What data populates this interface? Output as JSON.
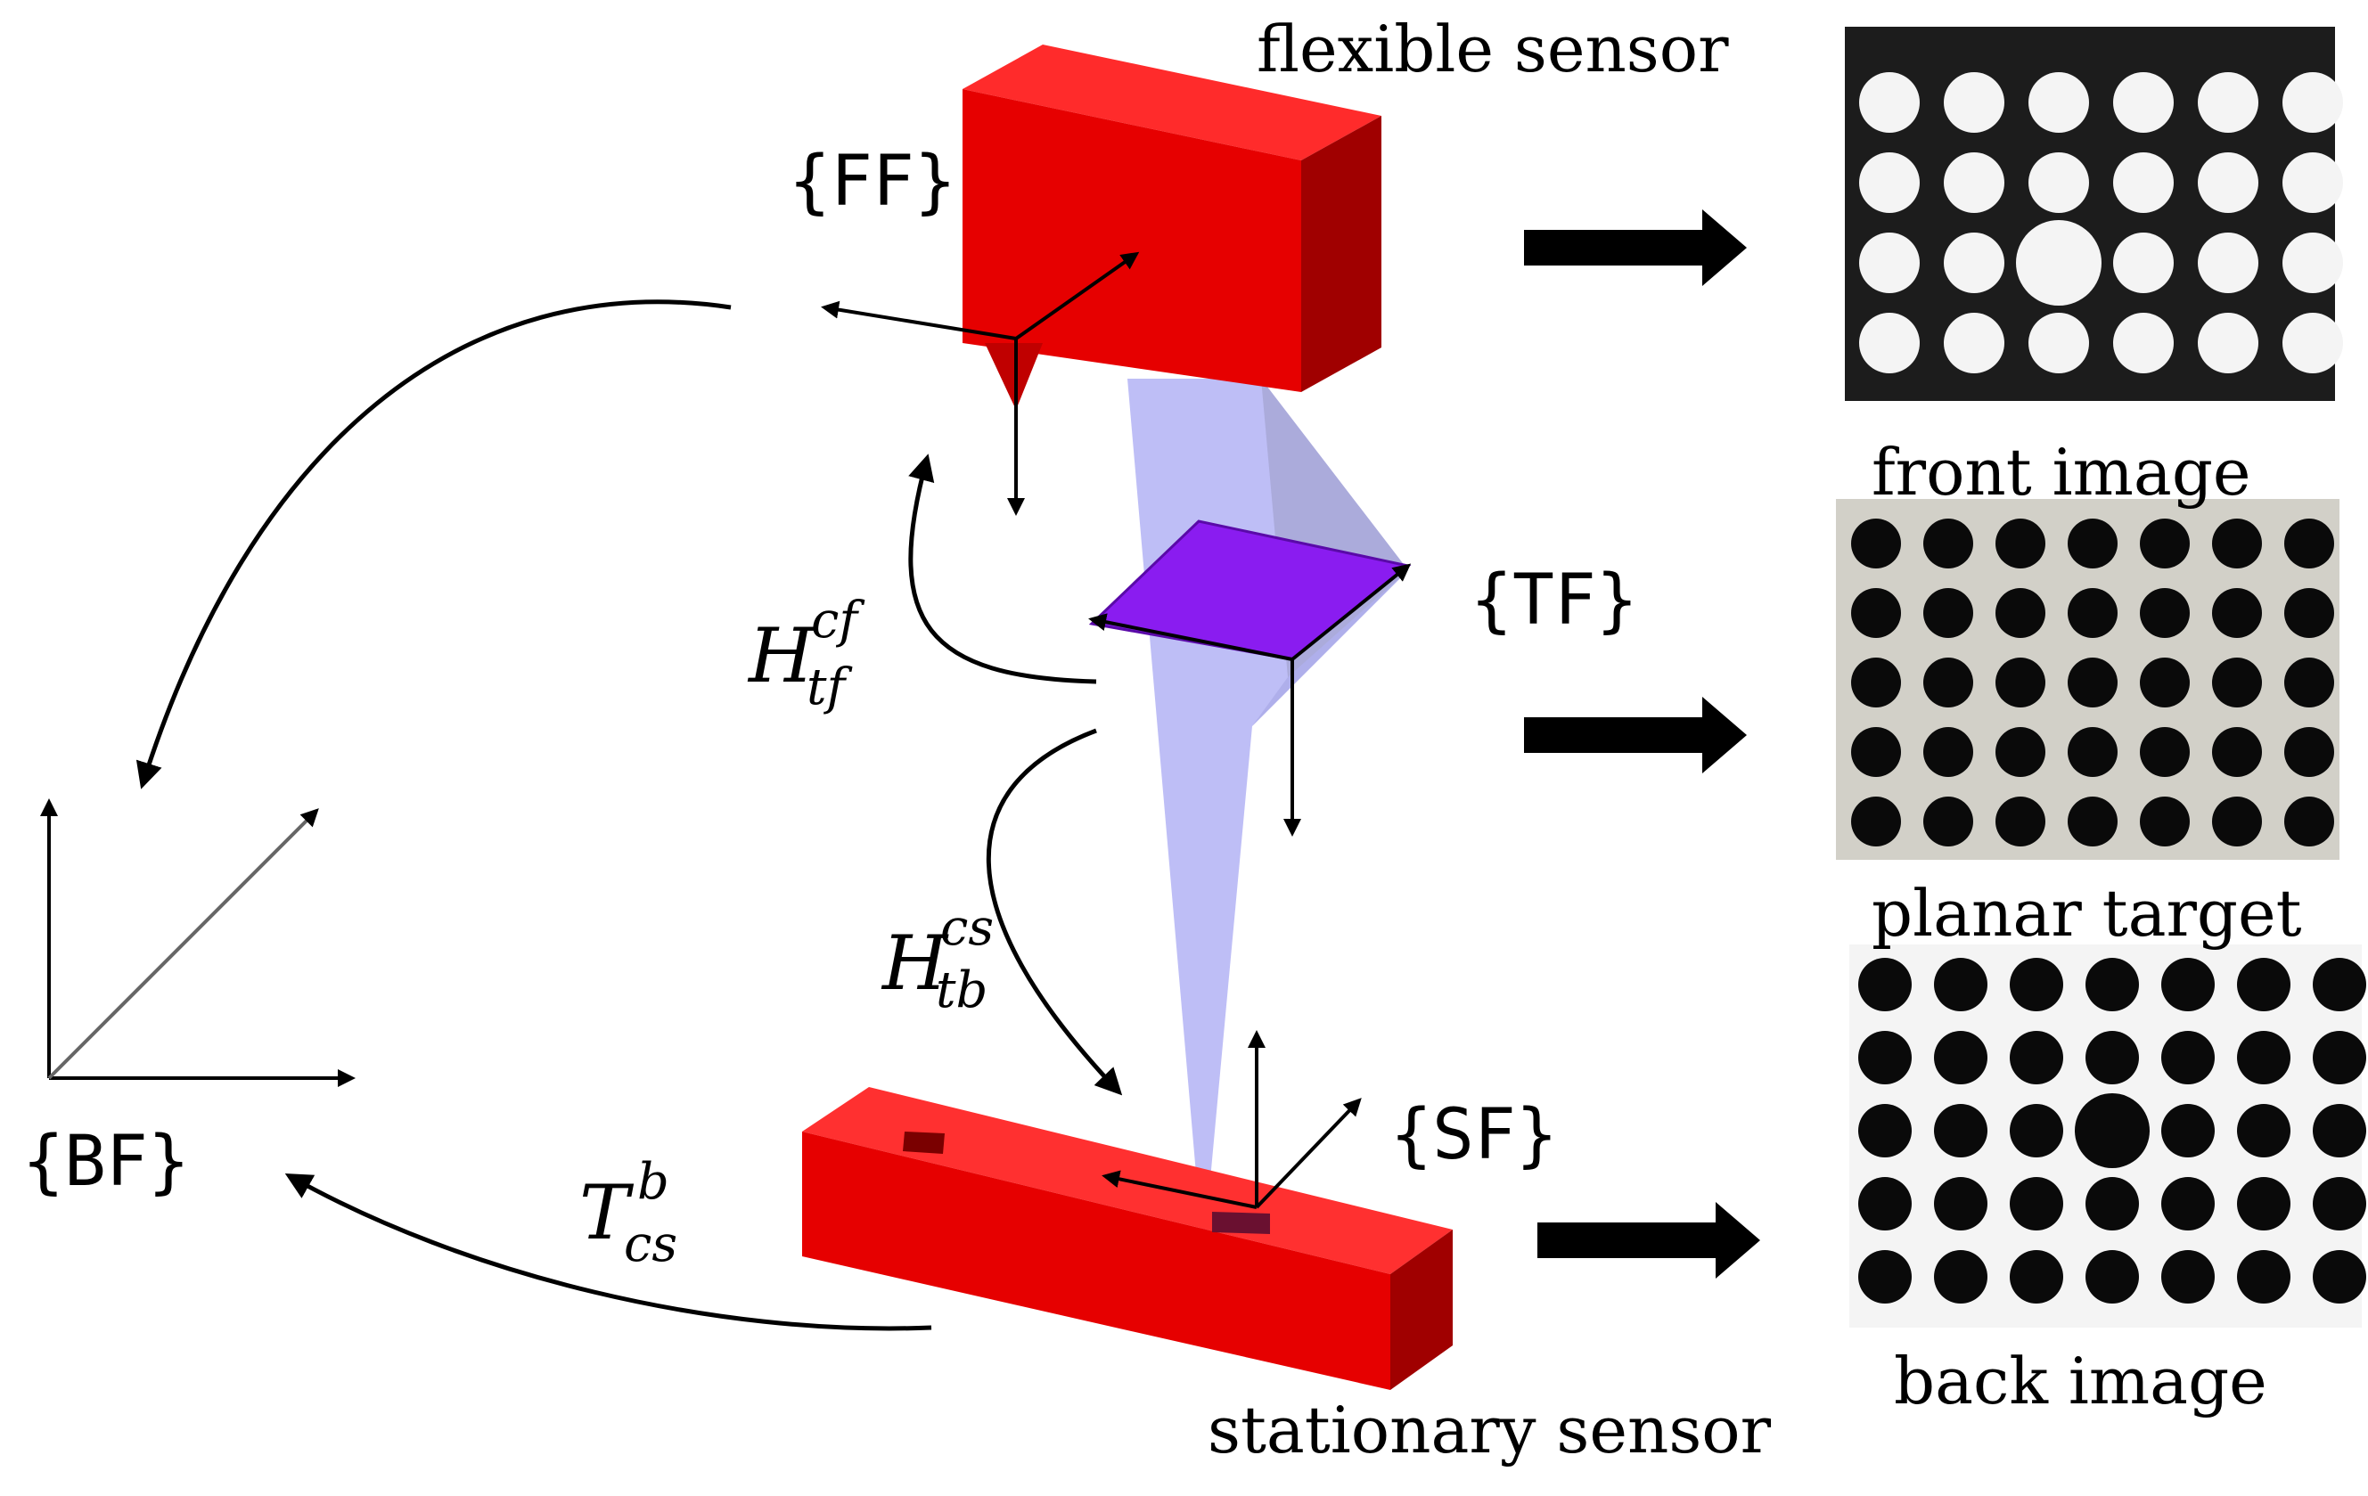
{
  "labels": {
    "flexible_sensor": "flexible sensor",
    "stationary_sensor": "stationary sensor",
    "front_image": "front image",
    "planar_target": "planar target",
    "back_image": "back image"
  },
  "frames": {
    "ff": "{FF}",
    "tf": "{TF}",
    "sf": "{SF}",
    "bf": "{BF}"
  },
  "transforms": {
    "h_tf_cf": {
      "base": "H",
      "sup": "cf",
      "sub": "tf"
    },
    "h_tb_cs": {
      "base": "H",
      "sup": "cs",
      "sub": "tb"
    },
    "t_cs_b": {
      "base": "T",
      "sup": "b",
      "sub": "cs"
    }
  },
  "colors": {
    "sensor_red": "#e60000",
    "sensor_dark": "#b80000",
    "sensor_darker": "#8e0000",
    "target_purple": "#8a1cf0",
    "frustum_blue": "#b3b3f5",
    "front_bg": "#1c1c1c",
    "planar_bg": "#d2d0c8",
    "back_bg": "#f4f4f4"
  },
  "icons": {
    "arrows": "right-arrow-icon"
  }
}
